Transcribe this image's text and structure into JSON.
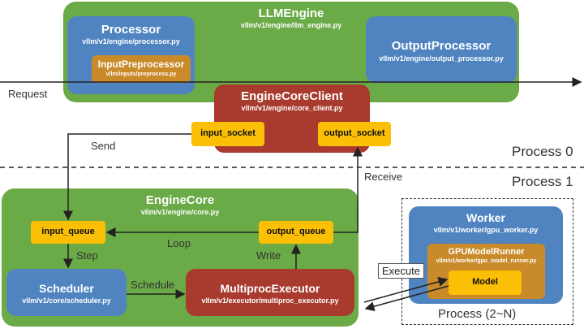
{
  "llm_engine": {
    "title": "LLMEngine",
    "path": "vllm/v1/engine/llm_engine.py"
  },
  "processor": {
    "title": "Processor",
    "path": "vllm/v1/engine/processor.py"
  },
  "input_preprocessor": {
    "title": "InputPreprocessor",
    "path": "vllm/inputs/preprocess.py"
  },
  "output_processor": {
    "title": "OutputProcessor",
    "path": "vllm/v1/engine/output_processor.py"
  },
  "engine_core_client": {
    "title": "EngineCoreClient",
    "path": "vllm/v1/engine/core_client.py"
  },
  "input_socket": "input_socket",
  "output_socket": "output_socket",
  "engine_core": {
    "title": "EngineCore",
    "path": "vllm/v1/engine/core.py"
  },
  "input_queue": "input_queue",
  "output_queue": "output_queue",
  "scheduler": {
    "title": "Scheduler",
    "path": "vllm/v1/core/scheduler.py"
  },
  "executor": {
    "title": "MultiprocExecutor",
    "path": "vllm/v1/executor/multiproc_executor.py"
  },
  "worker": {
    "title": "Worker",
    "path": "vllm/v1/worker/gpu_worker.py"
  },
  "gpu_model_runner": {
    "title": "GPUModelRunner",
    "path": "vllm/v1/worker/gpu_model_runner.py"
  },
  "model": "Model",
  "labels": {
    "request": "Request",
    "send": "Send",
    "receive": "Receive",
    "loop": "Loop",
    "step": "Step",
    "write": "Write",
    "schedule": "Schedule",
    "execute": "Execute"
  },
  "processes": {
    "p0": "Process 0",
    "p1": "Process 1",
    "p2n": "Process (2~N)"
  },
  "colors": {
    "green": "#6aaa47",
    "blue": "#4f84c0",
    "red": "#a83a2e",
    "orange": "#c98a2a",
    "yellow": "#fbbf06"
  }
}
